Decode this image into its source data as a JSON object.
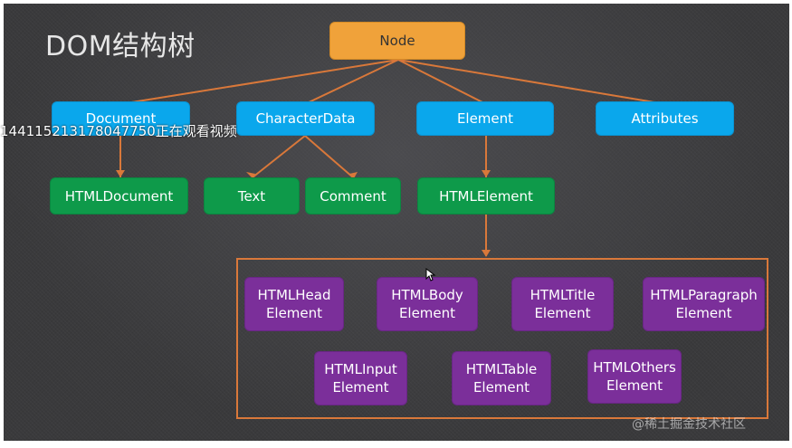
{
  "title": "DOM结构树",
  "nodes": {
    "node": "Node",
    "document": "Document",
    "character_data": "CharacterData",
    "element": "Element",
    "attributes": "Attributes",
    "html_document": "HTMLDocument",
    "text": "Text",
    "comment": "Comment",
    "html_element": "HTMLElement"
  },
  "html_elements": [
    {
      "line1": "HTMLHead",
      "line2": "Element"
    },
    {
      "line1": "HTMLBody",
      "line2": "Element"
    },
    {
      "line1": "HTMLTitle",
      "line2": "Element"
    },
    {
      "line1": "HTMLParagraph",
      "line2": "Element"
    },
    {
      "line1": "HTMLInput",
      "line2": "Element"
    },
    {
      "line1": "HTMLTable",
      "line2": "Element"
    },
    {
      "line1": "HTMLOthers",
      "line2": "Element"
    }
  ],
  "overlay_text": "144115213178047750正在观看视频",
  "watermark": "@稀土掘金技术社区",
  "colors": {
    "root": "#f0a23a",
    "level1": "#0aa7ec",
    "level2": "#0e9a4a",
    "level3": "#7b2f9a",
    "connector": "#d9783a"
  }
}
